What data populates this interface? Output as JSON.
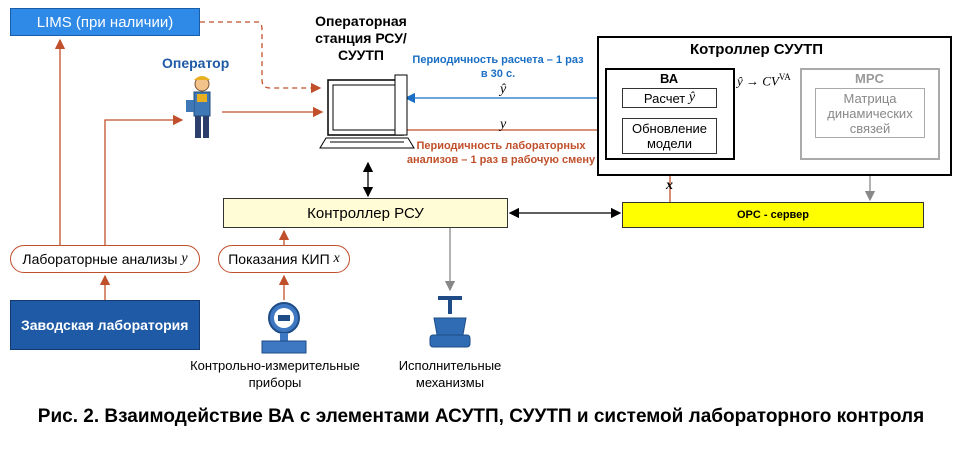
{
  "boxes": {
    "lims": "LIMS (при наличии)",
    "lab_analyses": "Лабораторные анализы",
    "lab_analyses_var": "y",
    "kip": "Показания КИП",
    "kip_var": "x",
    "zavod": "Заводская лаборатория",
    "rsu_controller": "Контроллер РСУ",
    "opc_server": "OPC - сервер",
    "suutp_controller": "Котроллер СУУТП",
    "va": "ВА",
    "raschet": "Расчет",
    "obnovlenie": "Обновление модели",
    "mpc": "MPC",
    "matrix": "Матрица динамических связей"
  },
  "labels": {
    "operator": "Оператор",
    "station": "Операторная станция РСУ/СУУТП",
    "period_calc": "Периодичность расчета – 1 раз в 30 с.",
    "period_lab": "Периодичность лабораторных анализов – 1 раз в рабочую смену",
    "instruments": "Контрольно-измерительные приборы",
    "actuators": "Исполнительные механизмы",
    "y_hat": "ŷ",
    "y": "y",
    "x": "x",
    "cv_mapping": "ŷ → CV",
    "cv_sup": "VA"
  },
  "caption": "Рис. 2. Взаимодействие ВА с элементами АСУТП, СУУТП и системой лабораторного контроля",
  "colors": {
    "orange": "#c0502b",
    "blue_arrow": "#1a6fc4",
    "grey": "#999999",
    "lims_fill": "#2e8ae6",
    "zavod_fill": "#1f5aa6",
    "opc_fill": "#ffff00",
    "rsu_fill": "#fffcd6"
  }
}
